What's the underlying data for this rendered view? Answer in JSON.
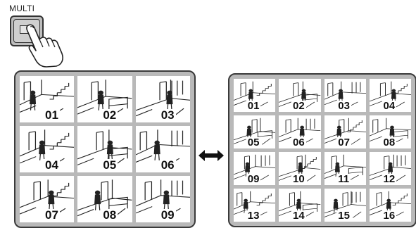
{
  "button": {
    "label": "MULTI",
    "icon": "hand-pointer-icon"
  },
  "left_screen": {
    "cameras": [
      "01",
      "02",
      "03",
      "04",
      "05",
      "06",
      "07",
      "08",
      "09"
    ]
  },
  "right_screen": {
    "cameras": [
      "01",
      "02",
      "03",
      "04",
      "05",
      "06",
      "07",
      "08",
      "09",
      "10",
      "11",
      "12",
      "13",
      "14",
      "15",
      "16"
    ]
  },
  "toggle_icon": "double-arrow-icon",
  "colors": {
    "frame": "#b9b9b9",
    "border": "#3a3a3a",
    "cell": "#ffffff",
    "ink": "#111111"
  }
}
